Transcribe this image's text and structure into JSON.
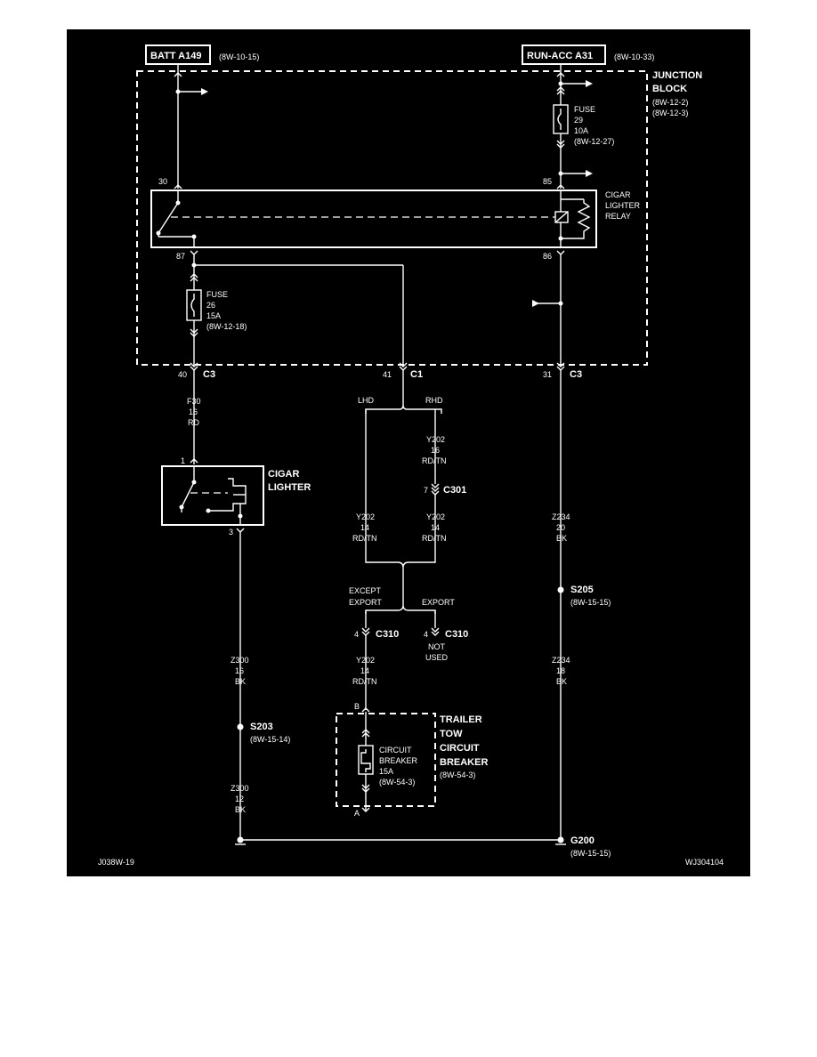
{
  "sources": {
    "batt": {
      "label": "BATT A149",
      "ref": "(8W-10-15)"
    },
    "run_acc": {
      "label": "RUN-ACC A31",
      "ref": "(8W-10-33)"
    }
  },
  "junction_block": {
    "title_line1": "JUNCTION",
    "title_line2": "BLOCK",
    "ref1": "(8W-12-2)",
    "ref2": "(8W-12-3)"
  },
  "fuse29": {
    "l1": "FUSE",
    "l2": "29",
    "l3": "10A",
    "ref": "(8W-12-27)"
  },
  "fuse26": {
    "l1": "FUSE",
    "l2": "26",
    "l3": "15A",
    "ref": "(8W-12-18)"
  },
  "relay": {
    "l1": "CIGAR",
    "l2": "LIGHTER",
    "l3": "RELAY",
    "pin30": "30",
    "pin85": "85",
    "pin87": "87",
    "pin86": "86"
  },
  "connectors": {
    "c3_left": {
      "pin": "40",
      "name": "C3"
    },
    "c1": {
      "pin": "41",
      "name": "C1"
    },
    "c3_right": {
      "pin": "31",
      "name": "C3"
    },
    "c301": {
      "pin": "7",
      "name": "C301"
    },
    "c310_left": {
      "pin": "4",
      "name": "C310"
    },
    "c310_right": {
      "pin": "4",
      "name": "C310"
    }
  },
  "wires": {
    "f30": {
      "code": "F30",
      "gauge": "16",
      "color": "RD"
    },
    "y202_rhd": {
      "code": "Y202",
      "gauge": "16",
      "color": "RD/TN"
    },
    "y202_lhd14": {
      "code": "Y202",
      "gauge": "14",
      "color": "RD/TN"
    },
    "y202_rhd14": {
      "code": "Y202",
      "gauge": "14",
      "color": "RD/TN"
    },
    "y202_bottom": {
      "code": "Y202",
      "gauge": "14",
      "color": "RD/TN"
    },
    "z234_20": {
      "code": "Z234",
      "gauge": "20",
      "color": "BK"
    },
    "z234_18": {
      "code": "Z234",
      "gauge": "18",
      "color": "BK"
    },
    "z300_16": {
      "code": "Z300",
      "gauge": "16",
      "color": "BK"
    },
    "z300_12": {
      "code": "Z300",
      "gauge": "12",
      "color": "BK"
    }
  },
  "branches": {
    "lhd": "LHD",
    "rhd": "RHD",
    "except1": "EXCEPT",
    "except2": "EXPORT",
    "export": "EXPORT",
    "not_used1": "NOT",
    "not_used2": "USED"
  },
  "cigar_lighter": {
    "l1": "CIGAR",
    "l2": "LIGHTER",
    "pin1": "1",
    "pin3": "3"
  },
  "splices": {
    "s205": {
      "name": "S205",
      "ref": "(8W-15-15)"
    },
    "s203": {
      "name": "S203",
      "ref": "(8W-15-14)"
    },
    "g200": {
      "name": "G200",
      "ref": "(8W-15-15)"
    }
  },
  "trailer": {
    "l1": "TRAILER",
    "l2": "TOW",
    "l3": "CIRCUIT",
    "l4": "BREAKER",
    "ref": "(8W-54-3)",
    "cb1": "CIRCUIT",
    "cb2": "BREAKER",
    "cb3": "15A",
    "cb_ref": "(8W-54-3)",
    "pinB": "B",
    "pinA": "A"
  },
  "footer": {
    "left": "J038W-19",
    "right": "WJ304104"
  },
  "colors": {
    "background": "#000000",
    "line": "#ffffff",
    "page": "#ffffff"
  }
}
